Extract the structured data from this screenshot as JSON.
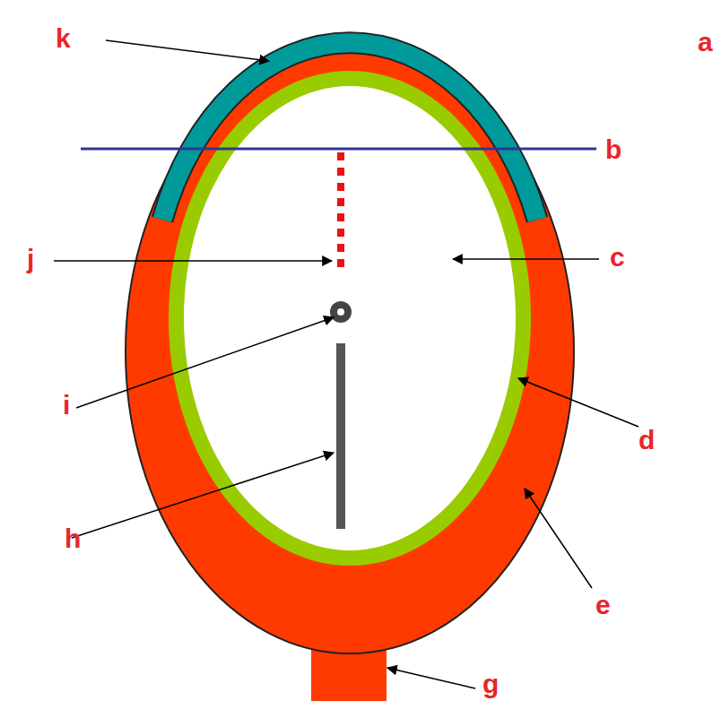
{
  "diagram": {
    "labels": [
      "k",
      "a",
      "b",
      "j",
      "c",
      "i",
      "d",
      "h",
      "e",
      "g"
    ]
  }
}
